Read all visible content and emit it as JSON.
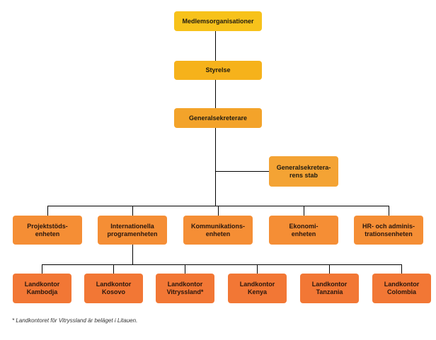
{
  "org": {
    "top": "Medlemsorganisationer",
    "board": "Styrelse",
    "secretary_general": "Generalsekreterare",
    "secretary_staff": "Generalsekretera-\nrens stab",
    "units": [
      "Projektstöds-\nenheten",
      "Internationella\nprogramenheten",
      "Kommunikations-\nenheten",
      "Ekonomi-\nenheten",
      "HR- och adminis-\ntrationsenheten"
    ],
    "country_offices": [
      "Landkontor\nKambodja",
      "Landkontor\nKosovo",
      "Landkontor\nVitryssland*",
      "Landkontor\nKenya",
      "Landkontor\nTanzania",
      "Landkontor\nColombia"
    ]
  },
  "footnote": "* Landkontoret för Vitryssland är beläget i Litauen.",
  "colors": {
    "level1": "#f7c21b",
    "level2": "#f6b21b",
    "level3": "#f3a32a",
    "level4": "#f58e35",
    "level5": "#f27735",
    "line": "#000000"
  }
}
